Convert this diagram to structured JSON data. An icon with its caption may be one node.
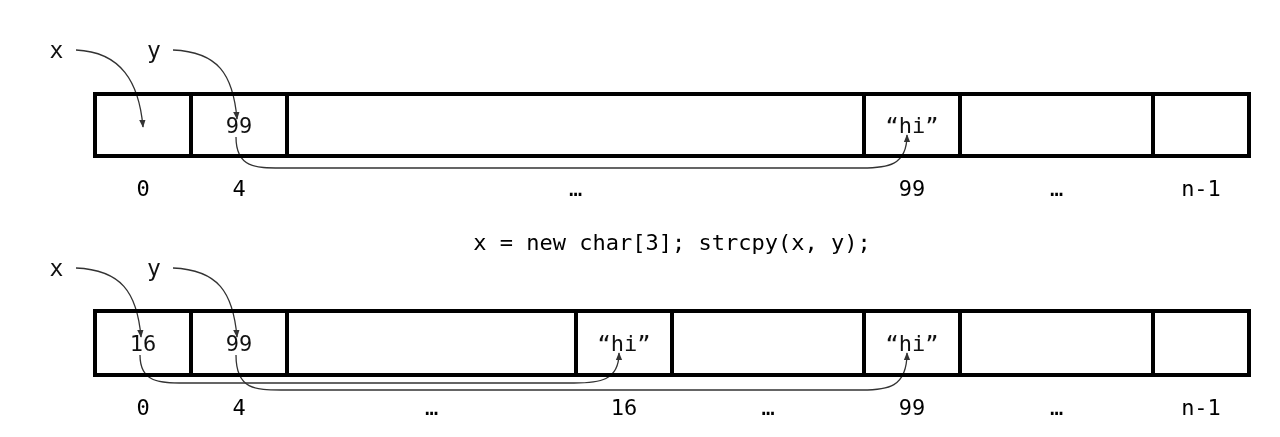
{
  "diagram": {
    "nodes": [
      {
        "text": [
          "x"
        ]
      },
      {
        "text": [
          "y"
        ]
      },
      {
        "text": [],
        "shape": "box",
        "beside": [
          "0"
        ]
      },
      {
        "text": [
          "99"
        ],
        "beside": [
          "4"
        ]
      },
      {
        "text": [],
        "shape": "box",
        "beside": [
          "…"
        ]
      },
      {
        "text": [
          "“hi”"
        ],
        "beside": [
          "99"
        ]
      },
      {
        "text": [],
        "shape": "box",
        "beside": [
          "…"
        ]
      },
      {
        "text": [],
        "shape": "box",
        "beside": [
          "n-1"
        ]
      },
      {
        "text": [
          "x"
        ]
      },
      {
        "text": [
          "y"
        ]
      },
      {
        "text": [
          "16"
        ],
        "beside": [
          "0"
        ]
      },
      {
        "text": [
          "99"
        ],
        "beside": [
          "4"
        ]
      },
      {
        "text": [],
        "shape": "box",
        "beside": [
          "…"
        ]
      },
      {
        "text": [
          "“hi”"
        ],
        "beside": [
          "16"
        ]
      },
      {
        "text": [],
        "shape": "box",
        "beside": [
          "…"
        ]
      },
      {
        "text": [
          "“hi”"
        ],
        "beside": [
          "99"
        ]
      },
      {
        "text": [],
        "shape": "box",
        "beside": [
          "…"
        ]
      },
      {
        "text": [],
        "shape": "box",
        "beside": [
          "n-1"
        ]
      }
    ],
    "edges": [
      {
        "from": 0,
        "to": 2,
        "arrow": "to"
      },
      {
        "from": 1,
        "to": 3,
        "arrow": "to"
      },
      {
        "from": 3,
        "to": 5,
        "arrow": "to"
      },
      {
        "from": 8,
        "to": 10,
        "arrow": "to"
      },
      {
        "from": 9,
        "to": 11,
        "arrow": "to"
      },
      {
        "from": 10,
        "to": 13,
        "arrow": "to"
      },
      {
        "from": 11,
        "to": 15,
        "arrow": "to"
      }
    ],
    "labels": [
      "x = new char[3]; strcpy(x, y);"
    ]
  }
}
